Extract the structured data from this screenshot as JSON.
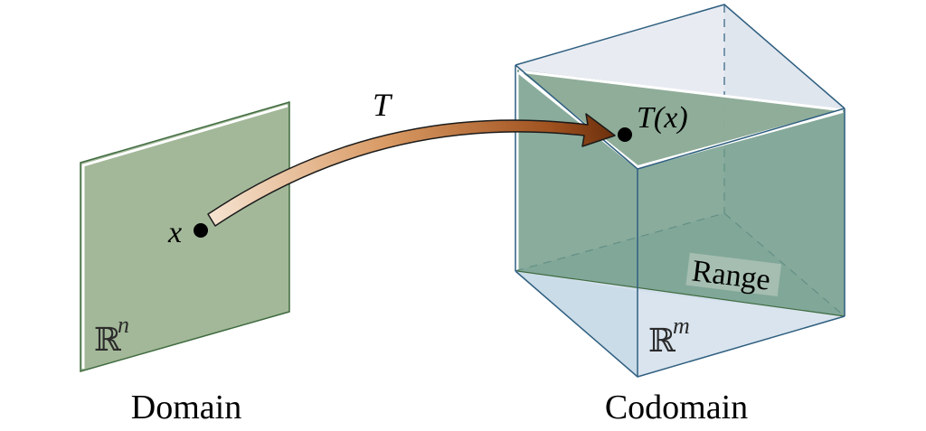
{
  "domain": {
    "label": "Domain",
    "space_symbol": "ℝ",
    "space_exponent": "n",
    "point_label": "x"
  },
  "map": {
    "label": "T"
  },
  "codomain": {
    "label": "Codomain",
    "space_symbol": "ℝ",
    "space_exponent": "m",
    "image_label": "T(x)",
    "range_label": "Range"
  },
  "colors": {
    "plane_fill": "#a3b899",
    "plane_edge": "#3f6b3f",
    "box_edge": "#2f5f80",
    "box_face_light": "#dfe6ef",
    "box_face_blue": "#c9dbe8",
    "range_fill": "#6f9a86",
    "arrow_start": "#f0d2b4",
    "arrow_end": "#8b4513"
  }
}
